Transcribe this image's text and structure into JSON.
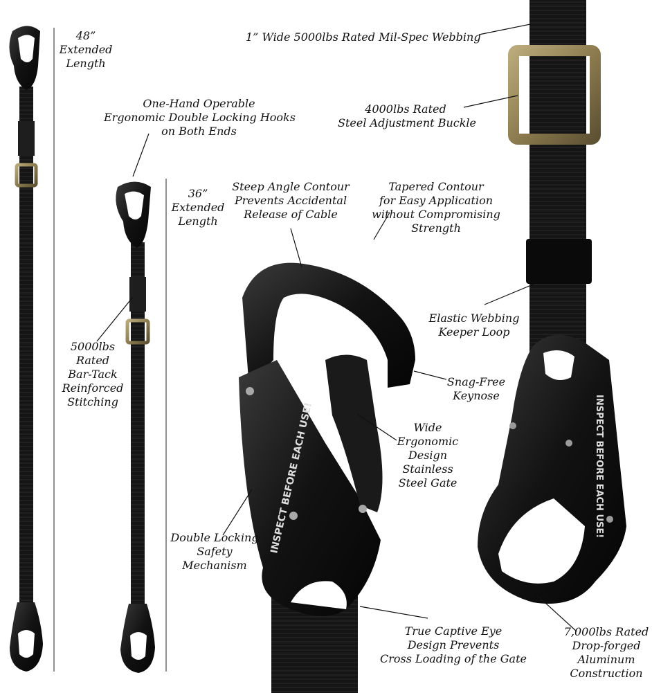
{
  "labels": {
    "len48": [
      "48”",
      "Extended",
      "Length"
    ],
    "len36": [
      "36”",
      "Extended",
      "Length"
    ],
    "hooks": [
      "One-Hand Operable",
      "Ergonomic Double Locking Hooks",
      "on Both Ends"
    ],
    "bartack": [
      "5000lbs",
      "Rated",
      "Bar-Tack",
      "Reinforced",
      "Stitching"
    ],
    "steep": [
      "Steep Angle Contour",
      "Prevents Accidental",
      "Release of Cable"
    ],
    "tapered": [
      "Tapered Contour",
      "for Easy Application",
      "without Compromising",
      "Strength"
    ],
    "webbing": [
      "1” Wide 5000lbs Rated Mil-Spec Webbing"
    ],
    "buckle": [
      "4000lbs Rated",
      "Steel Adjustment Buckle"
    ],
    "elastic": [
      "Elastic Webbing",
      "Keeper Loop"
    ],
    "snag": [
      "Snag-Free",
      "Keynose"
    ],
    "gate": [
      "Wide",
      "Ergonomic",
      "Design",
      "Stainless",
      "Steel Gate"
    ],
    "double": [
      "Double Locking",
      "Safety",
      "Mechanism"
    ],
    "captive": [
      "True Captive Eye",
      "Design Prevents",
      "Cross Loading of the Gate"
    ],
    "alu": [
      "7,000lbs Rated",
      "Drop-forged",
      "Aluminum",
      "Construction"
    ]
  },
  "hook_engraving": "INSPECT BEFORE EACH USE!"
}
